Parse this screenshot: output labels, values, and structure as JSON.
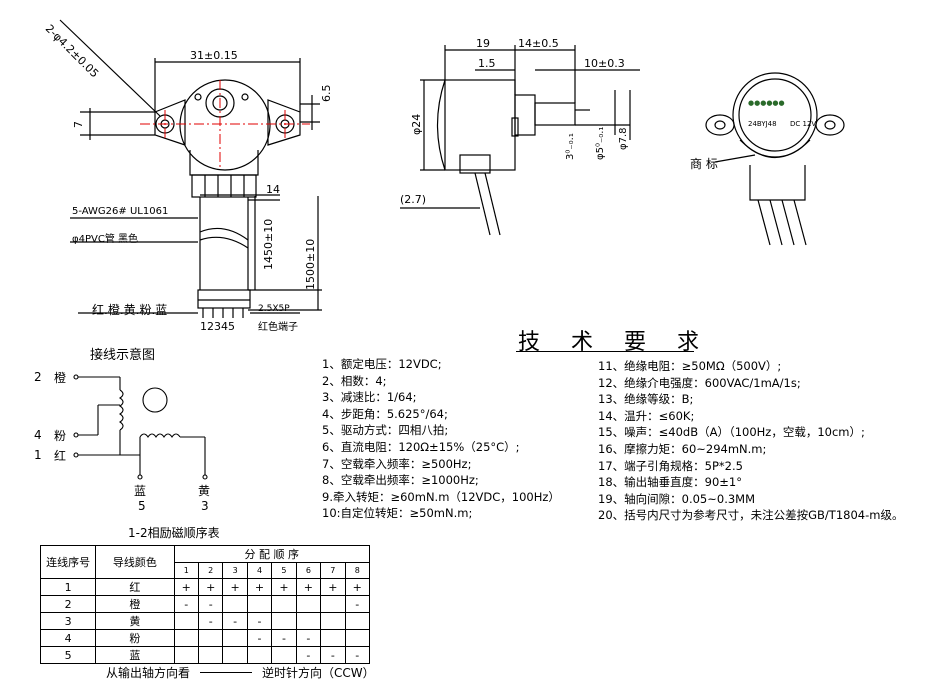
{
  "drawing": {
    "motor_front": {
      "hole_label": "2-φ4.2±0.05",
      "width_label": "31±0.15",
      "tab_height_label": "6.5",
      "left_height_label": "7",
      "cable_width_label": "14",
      "wire_label": "5-AWG26# UL1061",
      "tube_label": "φ4PVC管 黑色",
      "length1_label": "1450±10",
      "length2_label": "1500±10",
      "colors_label": "红.橙.黄.粉.蓝",
      "connector_label": "2.5X5P",
      "connector_color_label": "红色端子",
      "pins_label": "12345"
    },
    "motor_side": {
      "dim_19": "19",
      "dim_14": "14±0.5",
      "dim_1_5": "1.5",
      "dim_10": "10±0.3",
      "dia_24": "φ24",
      "dim_3": "3⁰₋₀.₁",
      "dim_5": "φ5⁰₋₀.₁",
      "dim_7_8": "φ7.8",
      "dim_2_7": "(2.7)"
    },
    "motor_iso": {
      "trademark_label": "商 标",
      "face_text_1": "24BYJ48",
      "face_text_2": "DC 12V"
    },
    "wiring": {
      "title": "接线示意图",
      "wires": [
        {
          "num": "2",
          "color": "橙"
        },
        {
          "num": "4",
          "color": "粉"
        },
        {
          "num": "1",
          "color": "红"
        },
        {
          "num": "5",
          "color": "蓝"
        },
        {
          "num": "3",
          "color": "黄"
        }
      ]
    },
    "excitation": {
      "title": "1-2相励磁顺序表",
      "header_col1": "连线序号",
      "header_col2": "导线颜色",
      "header_seq": "分 配 顺 序",
      "steps": [
        "1",
        "2",
        "3",
        "4",
        "5",
        "6",
        "7",
        "8"
      ],
      "rows": [
        {
          "num": "1",
          "color": "红",
          "cells": [
            "+",
            "+",
            "+",
            "+",
            "+",
            "+",
            "+",
            "+"
          ]
        },
        {
          "num": "2",
          "color": "橙",
          "cells": [
            "-",
            "-",
            "",
            "",
            "",
            "",
            "",
            "-"
          ]
        },
        {
          "num": "3",
          "color": "黄",
          "cells": [
            "",
            "-",
            "-",
            "-",
            "",
            "",
            "",
            ""
          ]
        },
        {
          "num": "4",
          "color": "粉",
          "cells": [
            "",
            "",
            "",
            "-",
            "-",
            "-",
            "",
            ""
          ]
        },
        {
          "num": "5",
          "color": "蓝",
          "cells": [
            "",
            "",
            "",
            "",
            "",
            "-",
            "-",
            "-"
          ]
        }
      ],
      "footer_left": "从输出轴方向看",
      "footer_right": "逆时针方向（CCW）"
    },
    "tech": {
      "title": "技 术 要 求",
      "left_specs": [
        "1、额定电压：12VDC;",
        "2、相数：4;",
        "3、减速比：1/64;",
        "4、步距角：5.625°/64;",
        "5、驱动方式：四相八拍;",
        "6、直流电阻：120Ω±15%（25°C）;",
        "7、空载牵入频率：≥500Hz;",
        "8、空载牵出频率：≥1000Hz;",
        "9.牵入转矩：≥60mN.m（12VDC，100Hz）",
        "10:自定位转矩：≥50mN.m;"
      ],
      "right_specs": [
        "11、绝缘电阻：≥50MΩ（500V）;",
        "12、绝缘介电强度：600VAC/1mA/1s;",
        "13、绝缘等级：B;",
        "14、温升：≤60K;",
        "15、噪声：≤40dB（A）（100Hz，空载，10cm）;",
        "16、摩擦力矩：60~294mN.m;",
        "17、端子引角规格：5P*2.5",
        "18、输出轴垂直度：90±1°",
        "19、轴向间隙：0.05~0.3MM",
        "20、括号内尺寸为参考尺寸，未注公差按GB/T1804-m级。"
      ]
    }
  }
}
